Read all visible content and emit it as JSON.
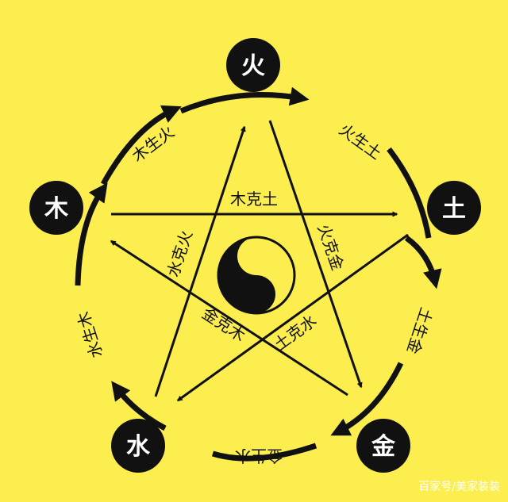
{
  "elements": {
    "fire": "火",
    "earth": "土",
    "metal": "金",
    "water": "水",
    "wood": "木"
  },
  "generating": {
    "wood_fire": "木生火",
    "fire_earth": "火生土",
    "earth_metal": "土生金",
    "metal_water": "金生水",
    "water_wood": "水生木"
  },
  "overcoming": {
    "wood_earth": "木克土",
    "water_fire": "水克火",
    "fire_metal": "火克金",
    "metal_wood": "金克木",
    "earth_water": "土克水"
  },
  "watermark": "百家号/美家装装",
  "colors": {
    "background": "#fcee4f",
    "ink": "#111111",
    "circle_fill": "#111111",
    "text_on_circle": "#ffffff"
  }
}
